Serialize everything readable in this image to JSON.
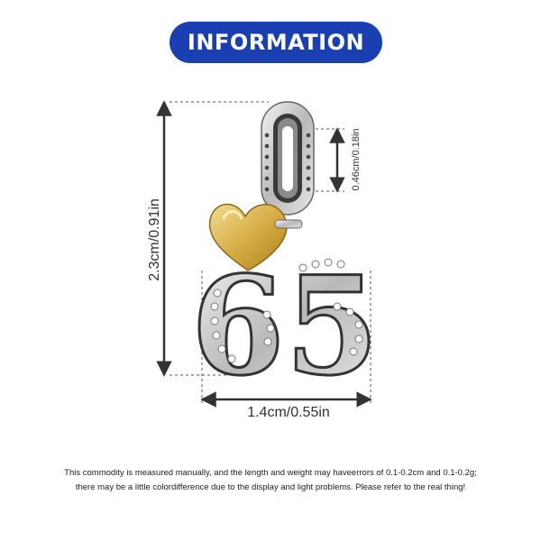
{
  "banner": {
    "title": "INFORMATION",
    "bg_color": "#1a3fb3"
  },
  "dimensions": {
    "height": "2.3cm/0.91in",
    "width": "1.4cm/0.55in",
    "bail": "0.46cm/0.18in"
  },
  "product": {
    "number": "65",
    "heart_color": "#d9b24a",
    "metal_color": "#c8c8c8"
  },
  "disclaimer": {
    "line1": "This commodity is measured manually, and the length and weight may haveerrors of 0.1-0.2cm and 0.1-0.2g;",
    "line2": "there may be a little colordifference due to the display and light problems. Please refer to the real thing!"
  }
}
